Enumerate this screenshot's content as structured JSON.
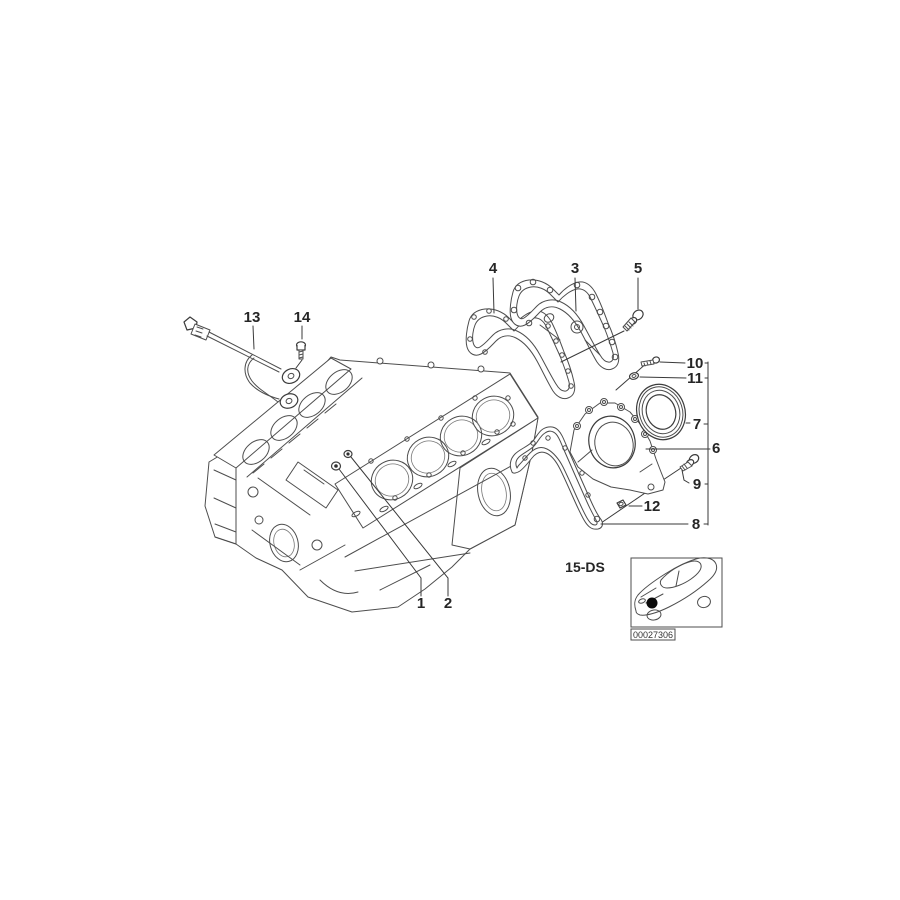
{
  "diagram": {
    "group_code": "15-DS",
    "image_code": "00027306",
    "callouts": {
      "c1": "1",
      "c2": "2",
      "c3": "3",
      "c4": "4",
      "c5": "5",
      "c6": "6",
      "c7": "7",
      "c8": "8",
      "c9": "9",
      "c10": "10",
      "c11": "11",
      "c12": "12",
      "c13": "13",
      "c14": "14"
    },
    "colors": {
      "background": "#ffffff",
      "artwork_line": "#4d4d4d",
      "leader_line": "#3a3a3a",
      "callout_text": "#262626"
    }
  }
}
